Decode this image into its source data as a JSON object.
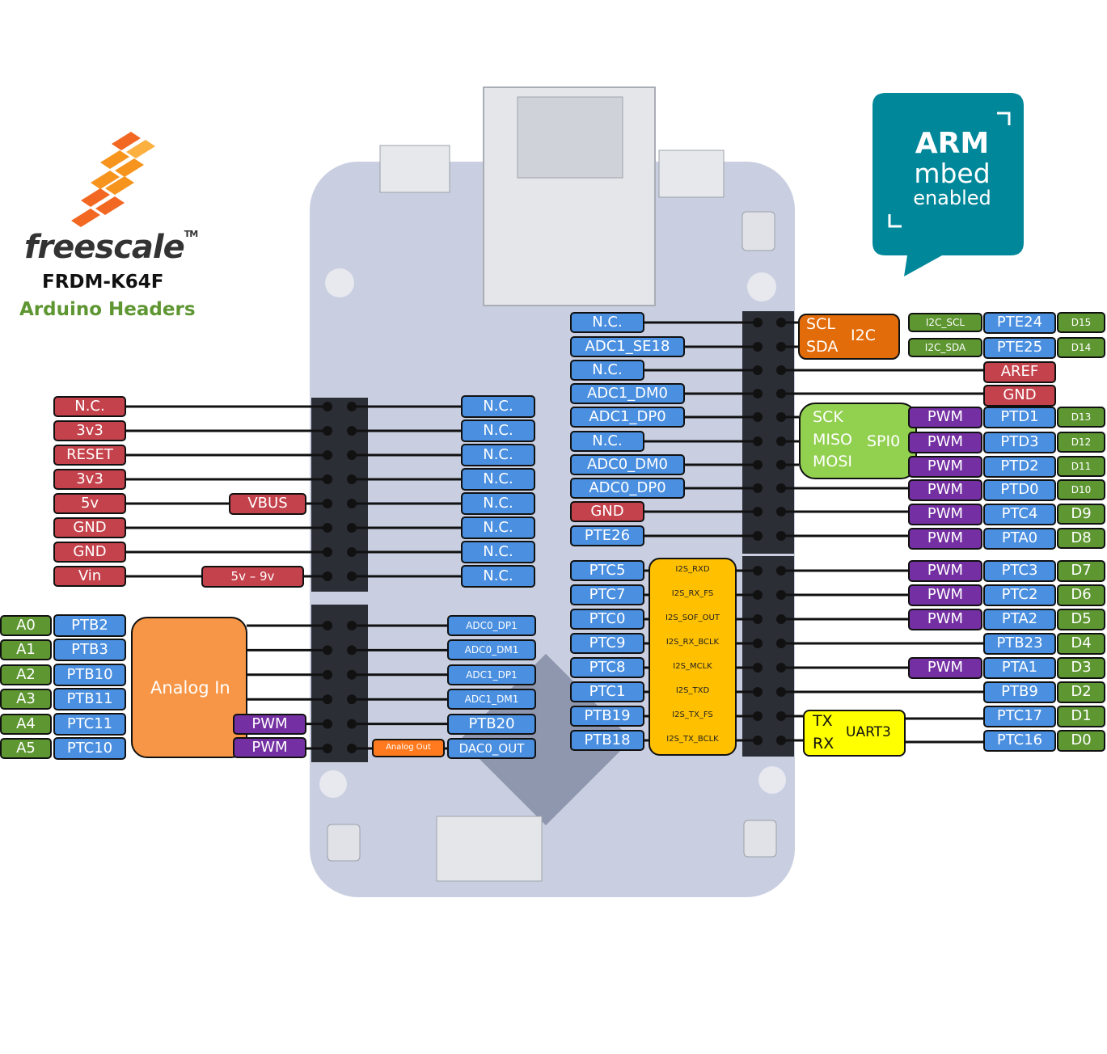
{
  "logo": {
    "brand": "freescale",
    "trademark": "TM"
  },
  "board_title": "FRDM-K64F",
  "board_subtitle": "Arduino Headers",
  "arm_badge": {
    "line1": "ARM",
    "line2": "mbed",
    "line3": "enabled"
  },
  "power_header": {
    "left": [
      "N.C.",
      "3v3",
      "RESET",
      "3v3",
      "5v",
      "GND",
      "GND",
      "Vin"
    ],
    "notes": {
      "vbus": "VBUS",
      "vin_range": "5v – 9v"
    },
    "right": [
      "N.C.",
      "N.C.",
      "N.C.",
      "N.C.",
      "N.C.",
      "N.C.",
      "N.C.",
      "N.C."
    ]
  },
  "analog_header": {
    "arduino": [
      "A0",
      "A1",
      "A2",
      "A3",
      "A4",
      "A5"
    ],
    "pins": [
      "PTB2",
      "PTB3",
      "PTB10",
      "PTB11",
      "PTC11",
      "PTC10"
    ],
    "group_label": "Analog In",
    "pwm": [
      "PWM",
      "PWM"
    ],
    "right": [
      "ADC0_DP1",
      "ADC0_DM1",
      "ADC1_DP1",
      "ADC1_DM1",
      "PTB20",
      "DAC0_OUT"
    ],
    "analog_out": "Analog Out"
  },
  "digital_high_header": {
    "left": [
      "N.C.",
      "ADC1_SE18",
      "N.C.",
      "ADC1_DM0",
      "ADC1_DP0",
      "N.C.",
      "ADC0_DM0",
      "ADC0_DP0",
      "GND",
      "PTE26"
    ],
    "i2c": {
      "scl": "SCL",
      "sda": "SDA",
      "label": "I2C",
      "alt": [
        "I2C_SCL",
        "I2C_SDA"
      ]
    },
    "spi": {
      "sck": "SCK",
      "miso": "MISO",
      "mosi": "MOSI",
      "label": "SPI0"
    },
    "pins": [
      "PTE24",
      "PTE25",
      "AREF",
      "GND",
      "PTD1",
      "PTD3",
      "PTD2",
      "PTD0",
      "PTC4",
      "PTA0"
    ],
    "arduino": [
      "D15",
      "D14",
      "D13",
      "D12",
      "D11",
      "D10",
      "D9",
      "D8"
    ],
    "pwm": [
      "PWM",
      "PWM",
      "PWM",
      "PWM",
      "PWM",
      "PWM"
    ]
  },
  "digital_low_header": {
    "left": [
      "PTC5",
      "PTC7",
      "PTC0",
      "PTC9",
      "PTC8",
      "PTC1",
      "PTB19",
      "PTB18"
    ],
    "i2s": [
      "I2S_RXD",
      "I2S_RX_FS",
      "I2S_SOF_OUT",
      "I2S_RX_BCLK",
      "I2S_MCLK",
      "I2S_TXD",
      "I2S_TX_FS",
      "I2S_TX_BCLK"
    ],
    "uart": {
      "tx": "TX",
      "rx": "RX",
      "label": "UART3"
    },
    "pins": [
      "PTC3",
      "PTC2",
      "PTA2",
      "PTB23",
      "PTA1",
      "PTB9",
      "PTC17",
      "PTC16"
    ],
    "arduino": [
      "D7",
      "D6",
      "D5",
      "D4",
      "D3",
      "D2",
      "D1",
      "D0"
    ],
    "pwm": [
      "PWM",
      "PWM",
      "PWM",
      "PWM"
    ]
  },
  "colors": {
    "pin_blue": "#4a8fe0",
    "power_red": "#c4424b",
    "arduino_green": "#5e9632",
    "pwm_purple": "#7430a2",
    "i2c_orange": "#ff7a1e",
    "analog_orange": "#f79646",
    "spi_green": "#92d050",
    "i2s_yellow": "#ffc000",
    "uart_yellow": "#ffff00",
    "arm_teal": "#00879a",
    "board_blue": "#c9cfe0"
  }
}
